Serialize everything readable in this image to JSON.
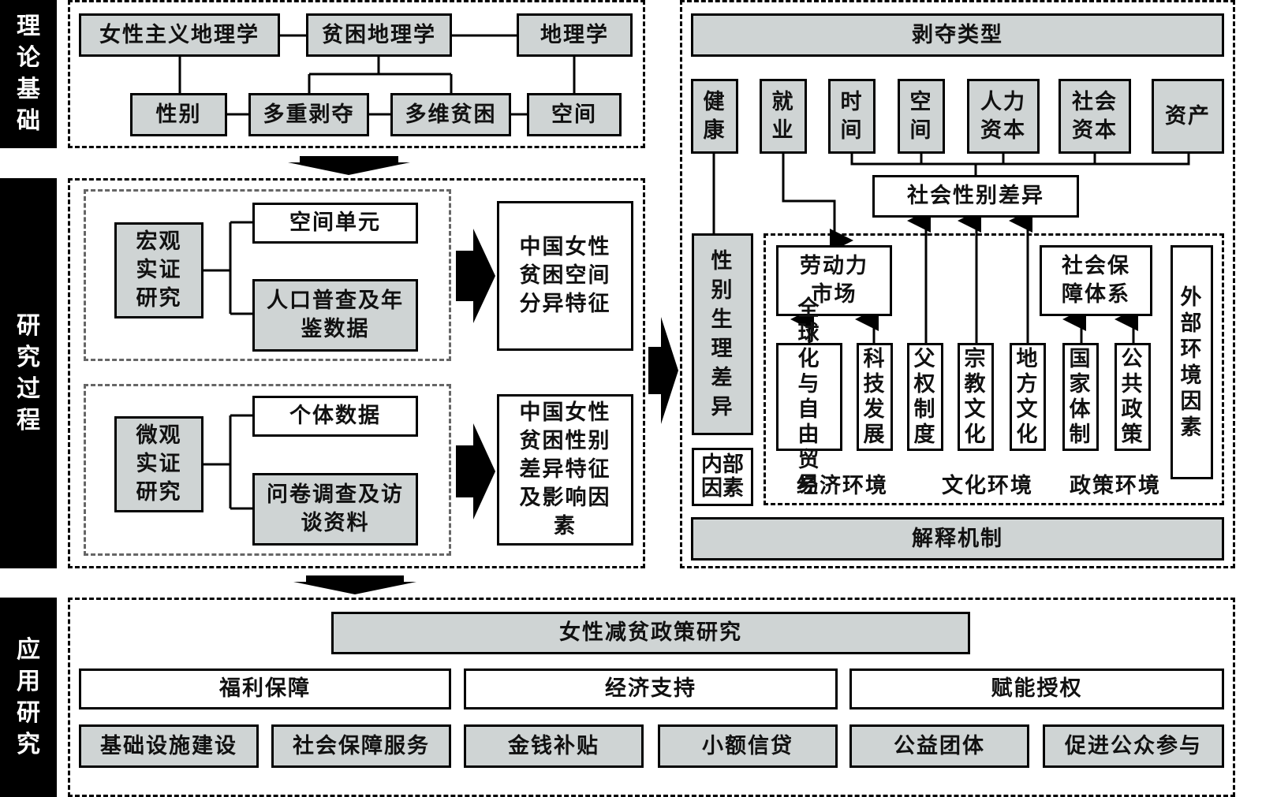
{
  "sections": {
    "theory": "理论基础",
    "process": "研究过程",
    "application": "应用研究"
  },
  "theory": {
    "feminist_geo": "女性主义地理学",
    "poverty_geo": "贫困地理学",
    "geography": "地理学",
    "gender": "性别",
    "multiple_deprivation": "多重剥夺",
    "multidim_poverty": "多维贫困",
    "space": "空间"
  },
  "process": {
    "macro": "宏观实证研究",
    "spatial_unit": "空间单元",
    "census": "人口普查及年鉴数据",
    "macro_result": "中国女性贫困空间分异特征",
    "micro": "微观实证研究",
    "individual": "个体数据",
    "survey": "问卷调查及访谈资料",
    "micro_result": "中国女性贫困性别差异特征及影响因素"
  },
  "mechanism": {
    "deprivation_types": "剥夺类型",
    "health": "健康",
    "employment": "就业",
    "time": "时间",
    "space": "空间",
    "human_capital": "人力资本",
    "social_capital": "社会资本",
    "assets": "资产",
    "gender_diff": "社会性别差异",
    "physio_diff": "性别生理差异",
    "internal": "内部因素",
    "labor_market": "劳动力市场",
    "social_security": "社会保障体系",
    "external": "外部环境因素",
    "globalization": "全球化与自由贸易",
    "tech": "科技发展",
    "patriarchy": "父权制度",
    "religion": "宗教文化",
    "local_culture": "地方文化",
    "state": "国家体制",
    "public_policy": "公共政策",
    "econ_env": "经济环境",
    "culture_env": "文化环境",
    "policy_env": "政策环境",
    "explain": "解释机制"
  },
  "application": {
    "policy": "女性减贫政策研究",
    "welfare": "福利保障",
    "economic": "经济支持",
    "empower": "赋能授权",
    "infrastructure": "基础设施建设",
    "social_service": "社会保障服务",
    "cash": "金钱补贴",
    "microcredit": "小额信贷",
    "ngo": "公益团体",
    "participation": "促进公众参与"
  }
}
